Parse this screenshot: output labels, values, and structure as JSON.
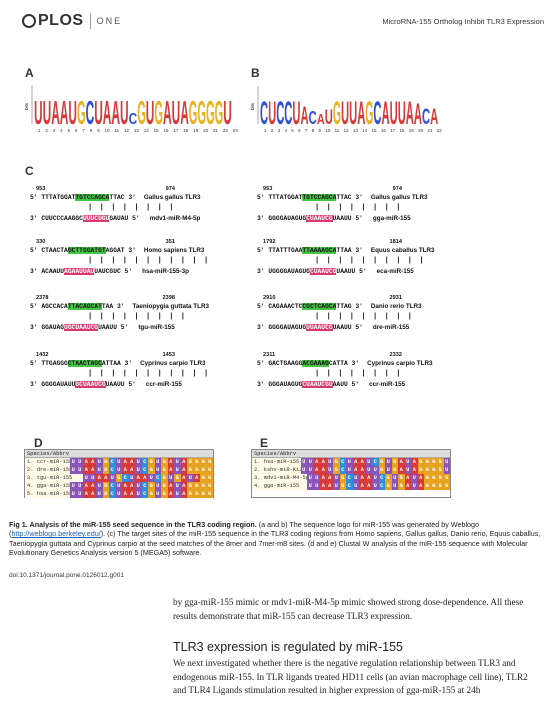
{
  "header": {
    "journal": "PLOS",
    "journal_sub": "ONE",
    "running_title": "MicroRNA-155 Ortholog Inhibit TLR3 Expression"
  },
  "panels": {
    "a": "A",
    "b": "B",
    "c": "C",
    "d": "D",
    "e": "E"
  },
  "logo_a": {
    "axis_label": "bits",
    "letters": "UUAAUGCUAAUcGUGAUAGGGGU",
    "positions": [
      "1",
      "2",
      "3",
      "4",
      "5",
      "6",
      "7",
      "8",
      "9",
      "10",
      "11",
      "12",
      "13",
      "14",
      "15",
      "16",
      "17",
      "18",
      "19",
      "20",
      "21",
      "22",
      "23"
    ]
  },
  "logo_b": {
    "axis_label": "bits",
    "letters": "CUCCUACAUGUUAGCAUUAACA",
    "positions": [
      "1",
      "2",
      "3",
      "4",
      "5",
      "6",
      "7",
      "8",
      "9",
      "10",
      "11",
      "12",
      "13",
      "14",
      "15",
      "16",
      "17",
      "18",
      "19",
      "20",
      "21",
      "22"
    ]
  },
  "duplexes": [
    {
      "n1": "953",
      "n2": "974",
      "top": "5' TTTATGGATTGTCCAGCATTAC 3'",
      "top_label": "Gallus gallus TLR3",
      "bars": "| | | | | | | |",
      "bot": "3' CUUCCCAAGGCUUUCUGUGAUAU 5'",
      "bot_label": "mdv1-miR-M4-5p"
    },
    {
      "n1": "953",
      "n2": "974",
      "top": "5' TTTATGGATTGTCCAGCATTAC 3'",
      "top_label": "Gallus gallus TLR3",
      "bars": "|     |   | | | | | |",
      "bot": "3' GGGGAUAGUGCUAAUCGUAAUU 5'",
      "bot_label": "gga-miR-155"
    },
    {
      "n1": "330",
      "n2": "351",
      "top": "5' CTAACTAGCTTGGATGTAGGAT 3'",
      "top_label": "Homo sapiens TLR3",
      "bars": "| | |   | | | | | | | |",
      "bot": "3' ACAAUUAGAAUUAUUAUCGUC 5'",
      "bot_label": "hsa-miR-155-3p"
    },
    {
      "n1": "1792",
      "n2": "1814",
      "top": "5' TTATTTGAATTAAAAGCATTAA 3'",
      "top_label": "Equus caballus TLR3",
      "bars": "| | | | | | | | | |",
      "bot": "3' UGGGGAUAGUGCUAAUCGUAAUU 5'",
      "bot_label": "eca-miR-155"
    },
    {
      "n1": "2378",
      "n2": "2398",
      "top": "5' AGCCACATTACAGCATTAA 3'",
      "top_label": "Taeniopygia guttata TLR3",
      "bars": "|   |   |     | | | | | |",
      "bot": "3' GGAUAGUGCUAAUCGUAAUU 5'",
      "bot_label": "tgu-miR-155"
    },
    {
      "n1": "2910",
      "n2": "2931",
      "top": "5' CAGAAACTCCGCTCAGCATTAG 3'",
      "top_label": "Danio rerio TLR3",
      "bars": "| |     |     | | | | | |",
      "bot": "3' GGGGAUAGUGUUAAUCGUAAUU 5'",
      "bot_label": "dre-miR-155"
    },
    {
      "n1": "1432",
      "n2": "1453",
      "top": "5' TTGAGGGCTAACTAGCATTAA 3'",
      "top_label": "Cyprinus carpio TLR3",
      "bars": "| | | |   | | | | | | |",
      "bot": "3' GGGGAUAUUGCUAAUCGUAAUU 5'",
      "bot_label": "ccr-miR-155"
    },
    {
      "n1": "2311",
      "n2": "2332",
      "top": "5' GACTGAAGGACGAAAGCATTA 3'",
      "top_label": "Cyprinus carpio TLR3",
      "bars": "| |         | | | | | |",
      "bot": "3' GGGAUAGUGCUAAUCGUAAUU 5'",
      "bot_label": "ccr-miR-155"
    }
  ],
  "align_d": {
    "header": "Species/Abbrv",
    "rows": [
      "1. ccr-miR-155",
      "2. dre-miR-155",
      "3. tgu-miR-155",
      "4. gga-miR-155",
      "5. hsa-miR-155-5p"
    ]
  },
  "align_e": {
    "header": "Species/Abbrv",
    "rows": [
      "1. hsa-miR-155-5p",
      "2. kshv-miR-K12-11-5p",
      "3. mdv1-miR-M4-5p",
      "4. gga-miR-155"
    ]
  },
  "caption": {
    "bold": "Fig 1. Analysis of the miR-155 seed sequence in the TLR3 coding region.",
    "text1": " (a and b) The sequence logo for miR-155 was generated by Weblogo (",
    "link": "http://weblogo.berkeley.edu/",
    "text2": "). (c) The target sites of the miR-155 sequence in the TLR3 coding regions from Homo sapiens, Gallus gallus, Danio rerio, Equus caballus, Taeniopygia guttata and Cyprinus carpio at the seed matches of the 8mer and 7mer-m8 sites. (d and e) Clustal W analysis of the miR-155 sequence with Molecular Evolutionary Genetics Analysis version 5 (MEGA5) software."
  },
  "doi": "doi:10.1371/journal.pone.0126012.g001",
  "body": {
    "para1": "by gga-miR-155 mimic or mdv1-miR-M4-5p mimic showed strong dose-dependence. All these results demonstrate that miR-155 can decrease TLR3 expression.",
    "heading": "TLR3 expression is regulated by miR-155",
    "para2": "We next investigated whether there is the negative regulation relationship between TLR3 and endogenous miR-155. In TLR ligands treated HD11 cells (an avian macrophage cell line), TLR2 and TLR4 Ligands stimulation resulted in higher expression of gga-miR-155 at 24h"
  },
  "colors": {
    "A": "#d83a3a",
    "C": "#2f4fd8",
    "G": "#e7b21f",
    "U": "#d83a3a",
    "seed_green": "#47c447",
    "seed_red": "#d8396f"
  }
}
